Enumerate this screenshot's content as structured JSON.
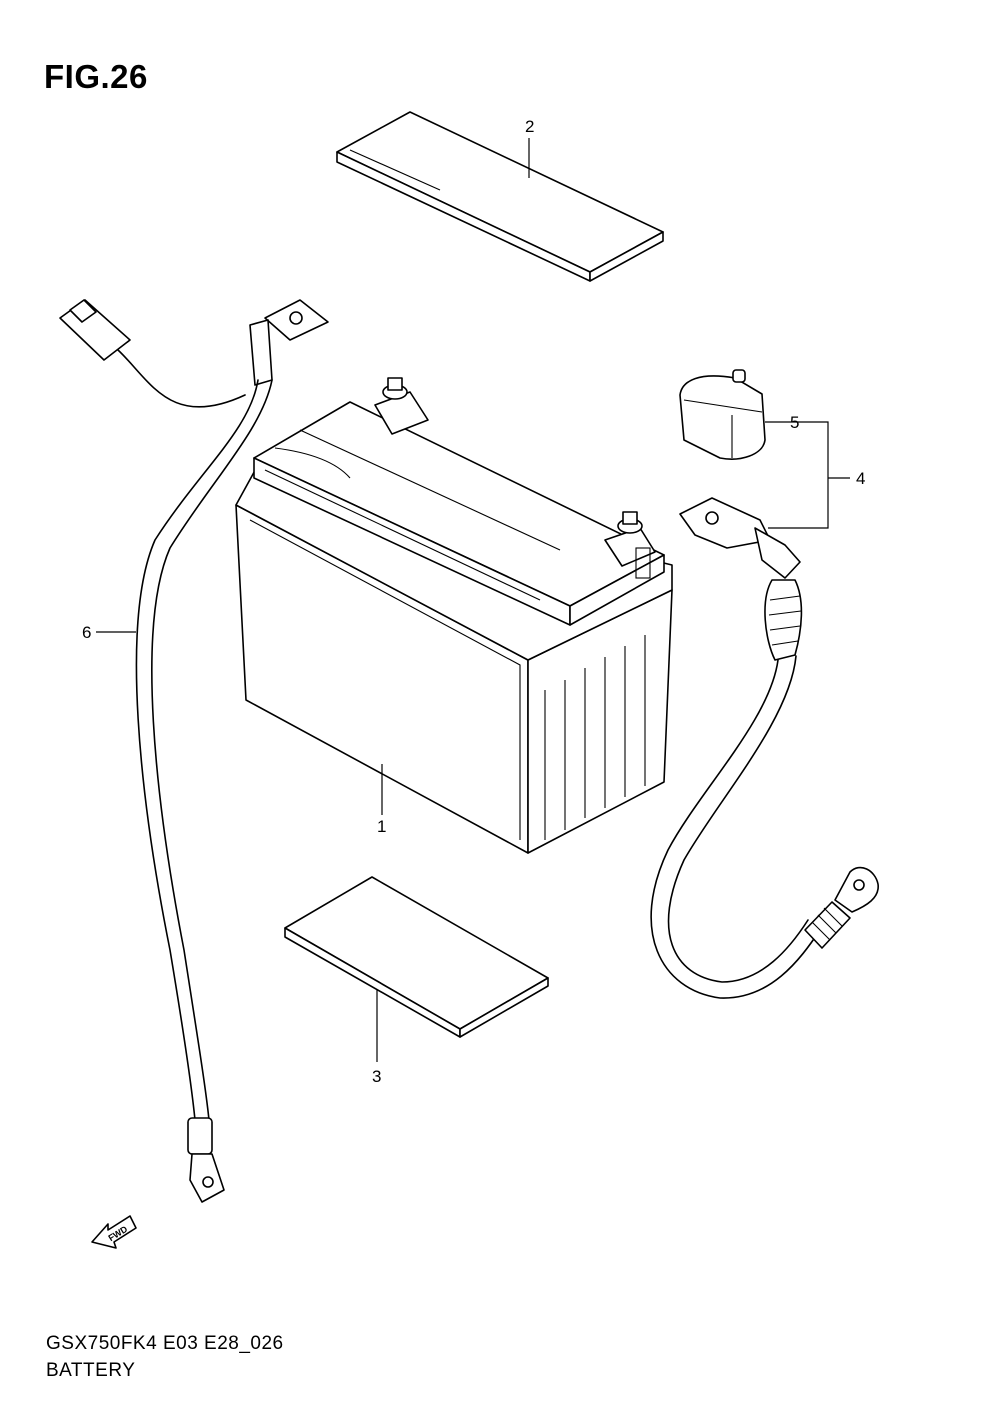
{
  "figure": {
    "title": "FIG.26"
  },
  "callouts": {
    "c1": "1",
    "c2": "2",
    "c3": "3",
    "c4": "4",
    "c5": "5",
    "c6": "6"
  },
  "fwd_arrow": {
    "label": "FWD"
  },
  "footer": {
    "code": "GSX750FK4 E03 E28_026",
    "name": "BATTERY"
  }
}
